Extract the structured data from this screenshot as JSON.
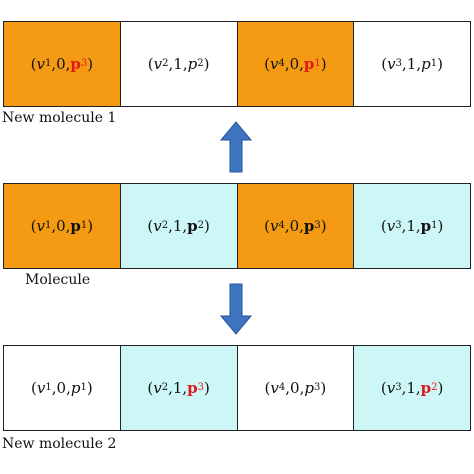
{
  "colors": {
    "orange": "#f59a13",
    "cyan": "#cdf6f7",
    "white": "#ffffff",
    "red": "#e01a1a",
    "arrow": "#3e74c2"
  },
  "rows": [
    {
      "label": "New molecule 1",
      "cells": [
        {
          "fill": "orange",
          "v": "v",
          "vsub": "1",
          "bit": "0",
          "p": "p",
          "psub": "3",
          "p_bold": true,
          "p_red": true
        },
        {
          "fill": "white",
          "v": "v",
          "vsub": "2",
          "bit": "1",
          "p": "p",
          "psub": "2",
          "p_bold": false,
          "p_red": false
        },
        {
          "fill": "orange",
          "v": "v",
          "vsub": "4",
          "bit": "0",
          "p": "p",
          "psub": "1",
          "p_bold": true,
          "p_red": true
        },
        {
          "fill": "white",
          "v": "v",
          "vsub": "3",
          "bit": "1",
          "p": "p",
          "psub": "1",
          "p_bold": false,
          "p_red": false
        }
      ]
    },
    {
      "label": "Molecule",
      "cells": [
        {
          "fill": "orange",
          "v": "v",
          "vsub": "1",
          "bit": "0",
          "p": "p",
          "psub": "1",
          "p_bold": true,
          "p_red": false
        },
        {
          "fill": "cyan",
          "v": "v",
          "vsub": "2",
          "bit": "1",
          "p": "p",
          "psub": "2",
          "p_bold": true,
          "p_red": false
        },
        {
          "fill": "orange",
          "v": "v",
          "vsub": "4",
          "bit": "0",
          "p": "p",
          "psub": "3",
          "p_bold": true,
          "p_red": false
        },
        {
          "fill": "cyan",
          "v": "v",
          "vsub": "3",
          "bit": "1",
          "p": "p",
          "psub": "1",
          "p_bold": true,
          "p_red": false
        }
      ]
    },
    {
      "label": "New molecule 2",
      "cells": [
        {
          "fill": "white",
          "v": "v",
          "vsub": "1",
          "bit": "0",
          "p": "p",
          "psub": "1",
          "p_bold": false,
          "p_red": false
        },
        {
          "fill": "cyan",
          "v": "v",
          "vsub": "2",
          "bit": "1",
          "p": "p",
          "psub": "3",
          "p_bold": true,
          "p_red": true
        },
        {
          "fill": "white",
          "v": "v",
          "vsub": "4",
          "bit": "0",
          "p": "p",
          "psub": "3",
          "p_bold": false,
          "p_red": false
        },
        {
          "fill": "cyan",
          "v": "v",
          "vsub": "3",
          "bit": "1",
          "p": "p",
          "psub": "2",
          "p_bold": true,
          "p_red": true
        }
      ]
    }
  ],
  "arrows": [
    {
      "direction": "up",
      "icon": "arrow-up-icon"
    },
    {
      "direction": "down",
      "icon": "arrow-down-icon"
    }
  ]
}
